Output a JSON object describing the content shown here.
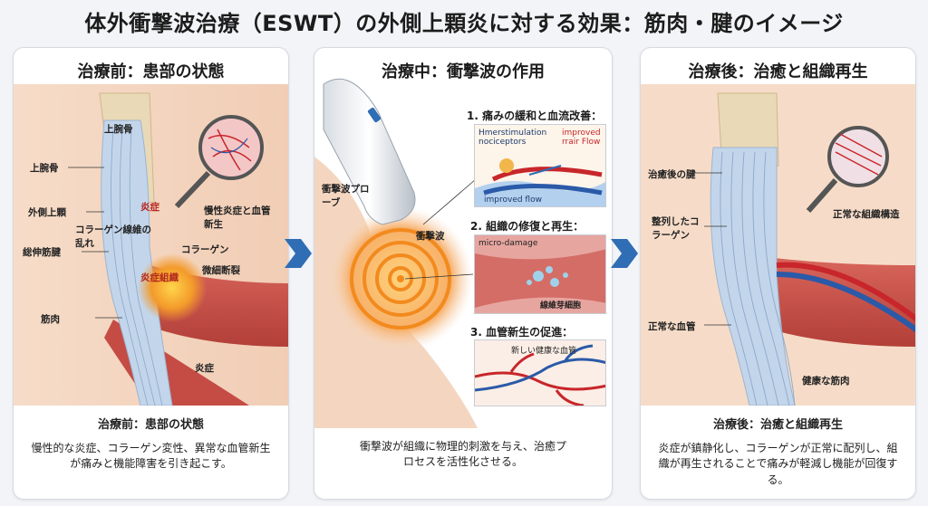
{
  "title": "体外衝撃波治療（ESWT）の外側上顆炎に対する効果：筋肉・腱のイメージ",
  "panels": {
    "before": {
      "title": "治療前：患部の状態",
      "labels": {
        "humerus": "上腕骨",
        "radius": "上腕骨",
        "lateral_epicondyle": "外側上顆",
        "collagen_disorder": "コラーゲン線維の乱れ",
        "inflammation": "炎症",
        "chronic": "慢性炎症と血管新生",
        "collagen": "コラーゲン",
        "tear": "微細断裂",
        "common_extensor": "総伸筋腱",
        "inflamed_tissue": "炎症組織",
        "muscle": "筋肉",
        "inflammation2": "炎症"
      },
      "caption_title": "治療前：患部の状態",
      "caption_body": "慢性的な炎症、コラーゲン変性、異常な血管新生が痛みと機能障害を引き起こす。"
    },
    "during": {
      "title": "治療中：衝撃波の作用",
      "labels": {
        "probe": "衝撃波プローブ",
        "wave": "衝撃波"
      },
      "sections": [
        {
          "title": "1. 痛みの緩和と血流改善：",
          "tags": [
            "Hmerstimulation nociceptors",
            "improved rrair Flow",
            "improved flow"
          ]
        },
        {
          "title": "2. 組織の修復と再生：",
          "tags": [
            "micro-damage",
            "線維芽細胞"
          ]
        },
        {
          "title": "3. 血管新生の促進：",
          "tags": [
            "新しい健康な血管"
          ]
        }
      ],
      "caption_body": "衝撃波が組織に物理的刺激を与え、治癒プロセスを活性化させる。"
    },
    "after": {
      "title": "治療後：治癒と組織再生",
      "labels": {
        "healed_tendon": "治癒後の腱",
        "aligned_collagen": "整列したコラーゲン",
        "normal_structure": "正常な組織構造",
        "normal_vessel": "正常な血管",
        "healthy_muscle": "健康な筋肉"
      },
      "caption_title": "治療後：治癒と組織再生",
      "caption_body": "炎症が鎮静化し、コラーゲンが正常に配列し、組織が再生されることで痛みが軽減し機能が回復する。"
    }
  },
  "colors": {
    "arrow": "#2f6db5",
    "muscle": "#c9514a",
    "tendon": "#b9cde3",
    "bone": "#e8d7b4",
    "wave": "#f28a1e",
    "vessel_red": "#c8262a",
    "vessel_blue": "#2a5aa8"
  }
}
